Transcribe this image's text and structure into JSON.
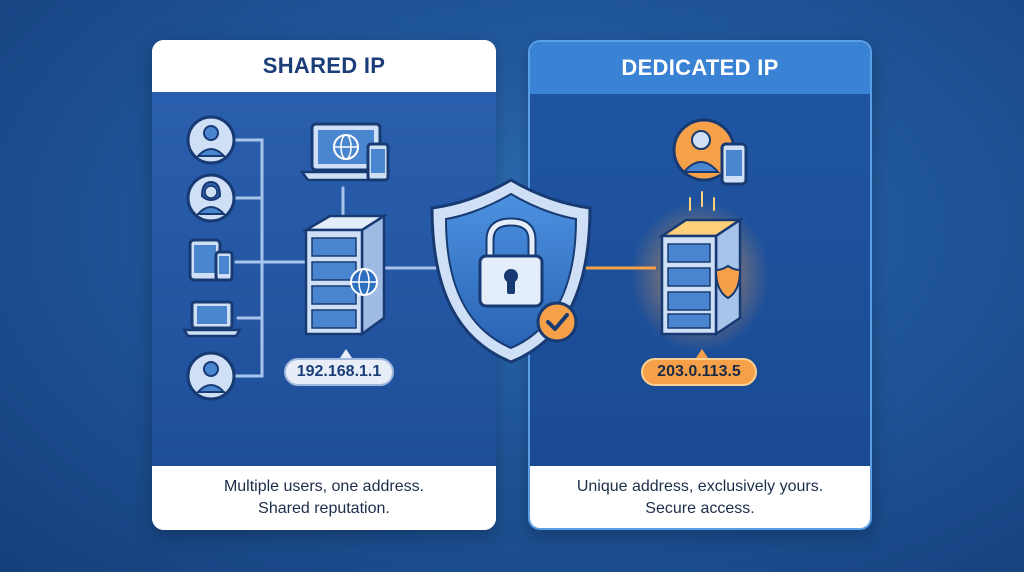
{
  "shared": {
    "title": "SHARED IP",
    "ip": "192.168.1.1",
    "caption_line1": "Multiple users, one address.",
    "caption_line2": "Shared reputation."
  },
  "dedicated": {
    "title": "DEDICATED IP",
    "ip": "203.0.113.5",
    "caption_line1": "Unique address, exclusively yours.",
    "caption_line2": "Secure access."
  },
  "icons": {
    "shared_clients": [
      "user-icon",
      "user-female-icon",
      "tablet-phone-icon",
      "laptop-icon",
      "user-icon"
    ],
    "shared_top_device": "laptop-globe-phone-icon",
    "shared_server": "server-globe-icon",
    "center": "shield-lock-icon",
    "center_badge": "check-badge-icon",
    "dedicated_user": "user-phone-icon",
    "dedicated_server": "server-shield-icon"
  },
  "colors": {
    "background": "#1f5699",
    "accent_orange": "#f6a14a",
    "shield_blue": "#3a7fd0",
    "line_light": "#a9c4ea"
  }
}
